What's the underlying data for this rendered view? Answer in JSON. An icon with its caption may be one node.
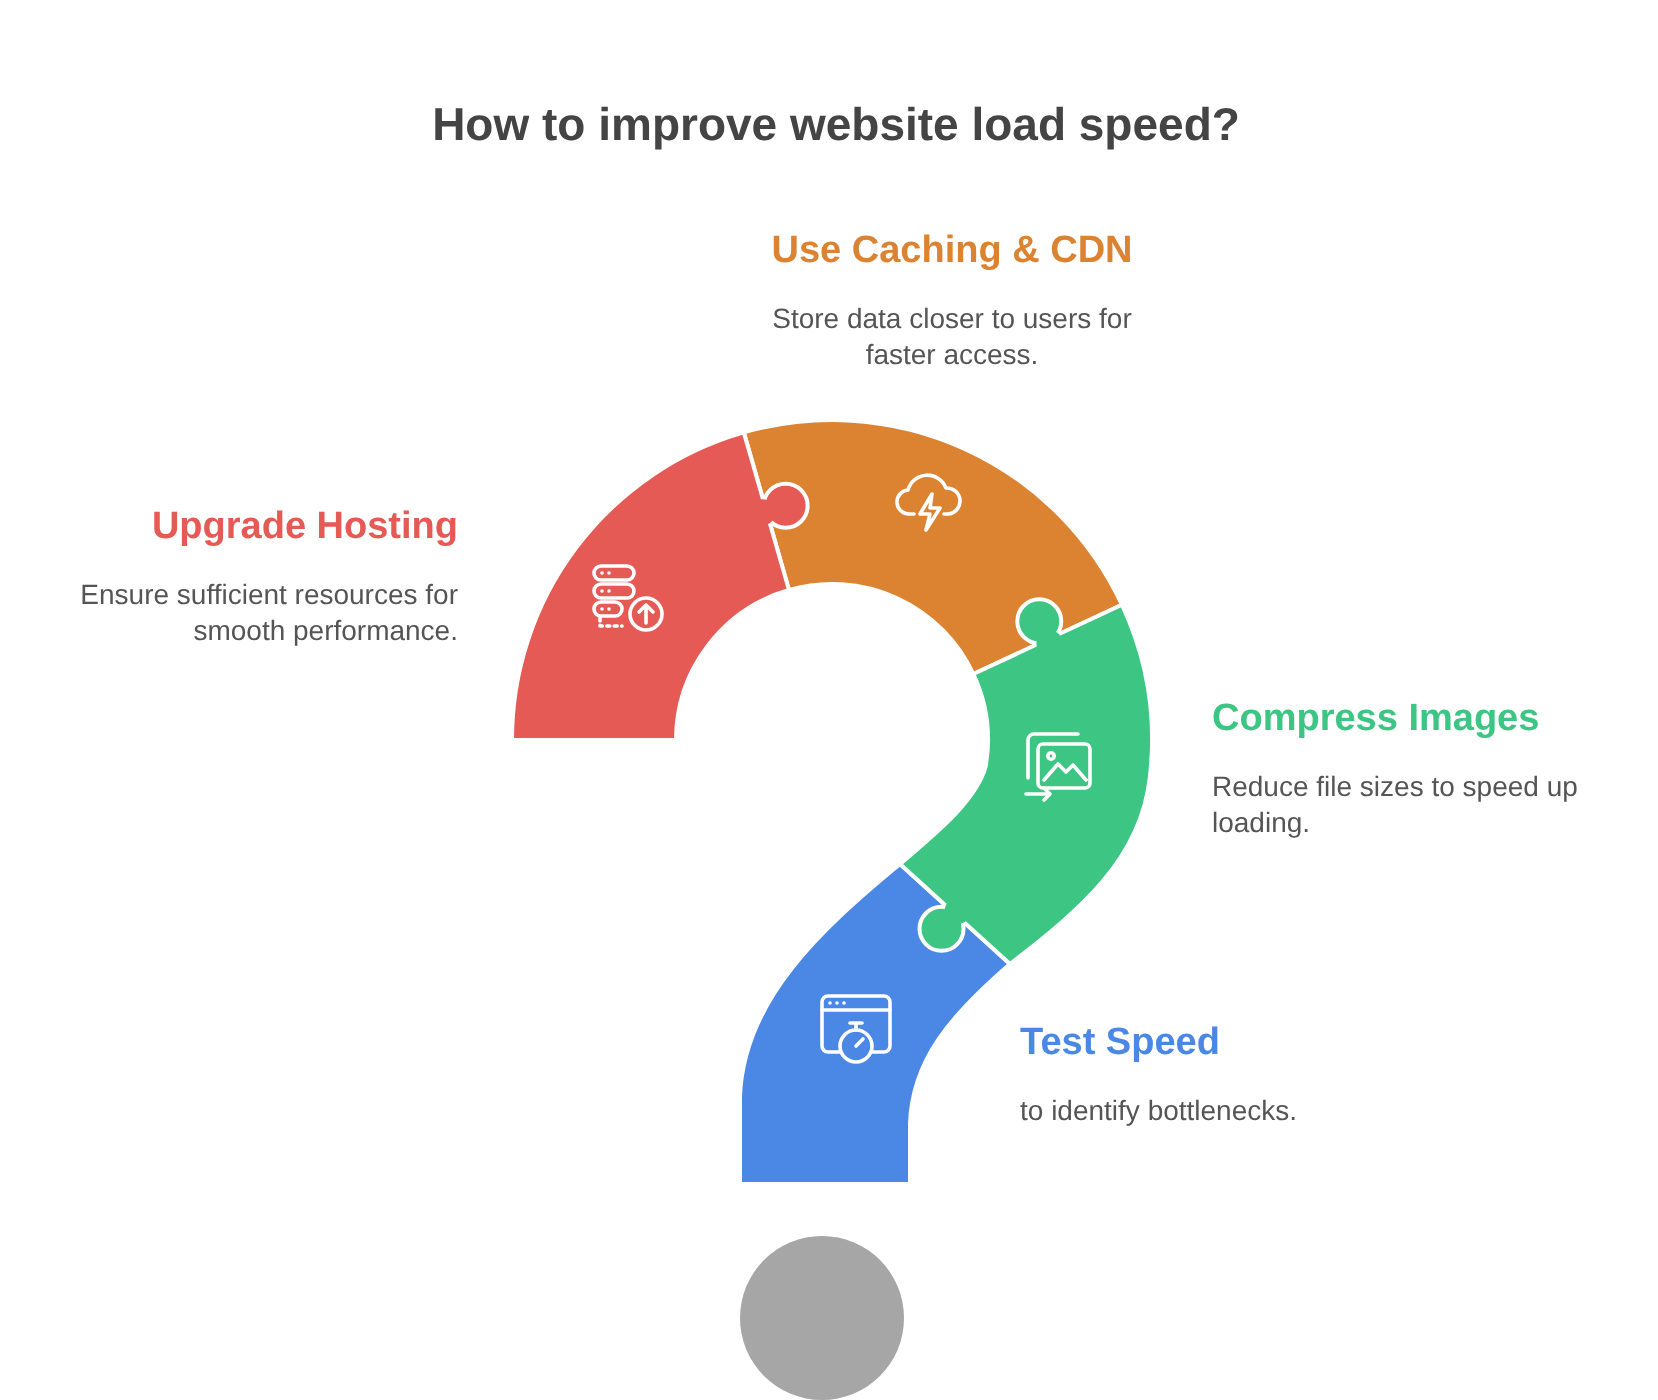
{
  "diagram": {
    "title": "How to improve website load speed?",
    "nodes": [
      {
        "text": [],
        "shape": "puzzle",
        "beside": [
          "Upgrade Hosting",
          "Ensure sufficient resources for smooth performance."
        ]
      },
      {
        "text": [],
        "shape": "puzzle",
        "beside": [
          "Use Caching & CDN",
          "Store data closer to users for faster access."
        ]
      },
      {
        "text": [],
        "shape": "puzzle",
        "beside": [
          "Compress Images",
          "Reduce file sizes to speed up loading."
        ]
      },
      {
        "text": [],
        "shape": "puzzle",
        "beside": [
          "Test Speed",
          "to identify bottlenecks."
        ]
      },
      {
        "text": [],
        "shape": "circle"
      }
    ]
  }
}
